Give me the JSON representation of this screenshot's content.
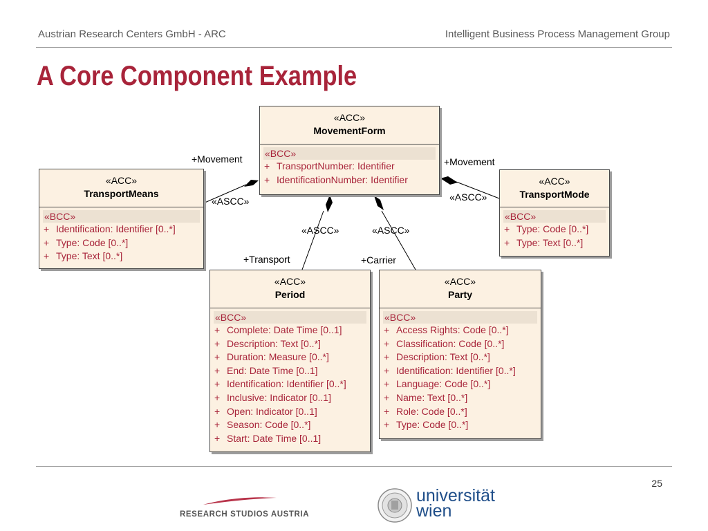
{
  "header": {
    "left": "Austrian Research Centers GmbH - ARC",
    "right": "Intelligent Business Process Management Group"
  },
  "slide_title": "A Core Component Example",
  "page_number": "25",
  "diagram": {
    "classes": {
      "movement_form": {
        "stereotype": "«ACC»",
        "name": "MovementForm",
        "bcc_label": "«BCC»",
        "attributes": [
          {
            "vis": "+",
            "text": "TransportNumber:  Identifier"
          },
          {
            "vis": "+",
            "text": "IdentificationNumber:  Identifier"
          }
        ]
      },
      "transport_means": {
        "stereotype": "«ACC»",
        "name": "TransportMeans",
        "bcc_label": "«BCC»",
        "attributes": [
          {
            "vis": "+",
            "text": "Identification:  Identifier [0..*]"
          },
          {
            "vis": "+",
            "text": "Type:  Code [0..*]"
          },
          {
            "vis": "+",
            "text": "Type:  Text [0..*]"
          }
        ]
      },
      "transport_mode": {
        "stereotype": "«ACC»",
        "name": "TransportMode",
        "bcc_label": "«BCC»",
        "attributes": [
          {
            "vis": "+",
            "text": "Type:  Code [0..*]"
          },
          {
            "vis": "+",
            "text": "Type:  Text [0..*]"
          }
        ]
      },
      "period": {
        "stereotype": "«ACC»",
        "name": "Period",
        "bcc_label": "«BCC»",
        "attributes": [
          {
            "vis": "+",
            "text": "Complete:  Date Time [0..1]"
          },
          {
            "vis": "+",
            "text": "Description:  Text [0..*]"
          },
          {
            "vis": "+",
            "text": "Duration:  Measure [0..*]"
          },
          {
            "vis": "+",
            "text": "End:  Date Time [0..1]"
          },
          {
            "vis": "+",
            "text": "Identification:  Identifier [0..*]"
          },
          {
            "vis": "+",
            "text": "Inclusive:  Indicator [0..1]"
          },
          {
            "vis": "+",
            "text": "Open:  Indicator [0..1]"
          },
          {
            "vis": "+",
            "text": "Season:  Code [0..*]"
          },
          {
            "vis": "+",
            "text": "Start:  Date Time [0..1]"
          }
        ]
      },
      "party": {
        "stereotype": "«ACC»",
        "name": "Party",
        "bcc_label": "«BCC»",
        "attributes": [
          {
            "vis": "+",
            "text": "Access Rights:  Code [0..*]"
          },
          {
            "vis": "+",
            "text": "Classification:  Code [0..*]"
          },
          {
            "vis": "+",
            "text": "Description:  Text [0..*]"
          },
          {
            "vis": "+",
            "text": "Identification:  Identifier [0..*]"
          },
          {
            "vis": "+",
            "text": "Language:  Code [0..*]"
          },
          {
            "vis": "+",
            "text": "Name:  Text [0..*]"
          },
          {
            "vis": "+",
            "text": "Role:  Code [0..*]"
          },
          {
            "vis": "+",
            "text": "Type:  Code [0..*]"
          }
        ]
      }
    },
    "associations": {
      "to_transport_means": {
        "stereotype": "«ASCC»",
        "role": "+Movement"
      },
      "to_transport_mode": {
        "stereotype": "«ASCC»",
        "role": "+Movement"
      },
      "to_period": {
        "stereotype": "«ASCC»",
        "role": "+Transport"
      },
      "to_party": {
        "stereotype": "«ASCC»",
        "role": "+Carrier"
      }
    }
  },
  "footer": {
    "left_logo_text": "RESEARCH STUDIOS AUSTRIA",
    "right_logo_line1": "universität",
    "right_logo_line2": "wien"
  },
  "colors": {
    "title": "#a8243a",
    "attribute_text": "#a8243a",
    "class_fill": "#fcf1e2",
    "logo_blue": "#1f4e89"
  }
}
